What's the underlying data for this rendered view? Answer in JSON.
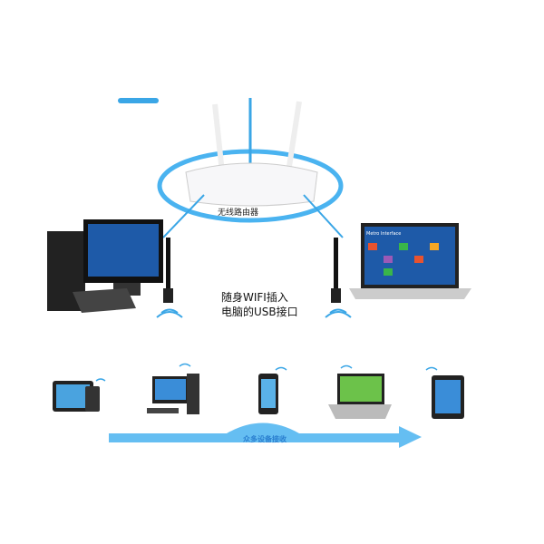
{
  "router": {
    "label": "无线路由器"
  },
  "usb_caption": {
    "line1": "随身WIFI插入",
    "line2": "电脑的USB接口"
  },
  "laptop_screen": {
    "title": "Metro Interface"
  },
  "receivers": {
    "label": "众多设备接收"
  },
  "colors": {
    "accent": "#3aa6e6",
    "arrow": "#4ab3f0"
  }
}
